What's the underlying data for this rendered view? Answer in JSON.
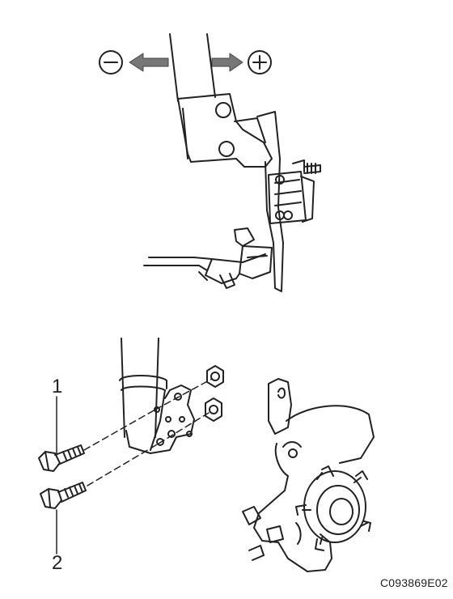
{
  "labels": {
    "callout_1": "1",
    "callout_2": "2",
    "figure_code": "C093869E02"
  },
  "icons": [
    "minus-circle-icon",
    "plus-circle-icon",
    "arrow-left-icon",
    "arrow-right-icon"
  ],
  "colors": {
    "ink": "#222222",
    "arrow": "#777777",
    "paper": "#ffffff"
  }
}
